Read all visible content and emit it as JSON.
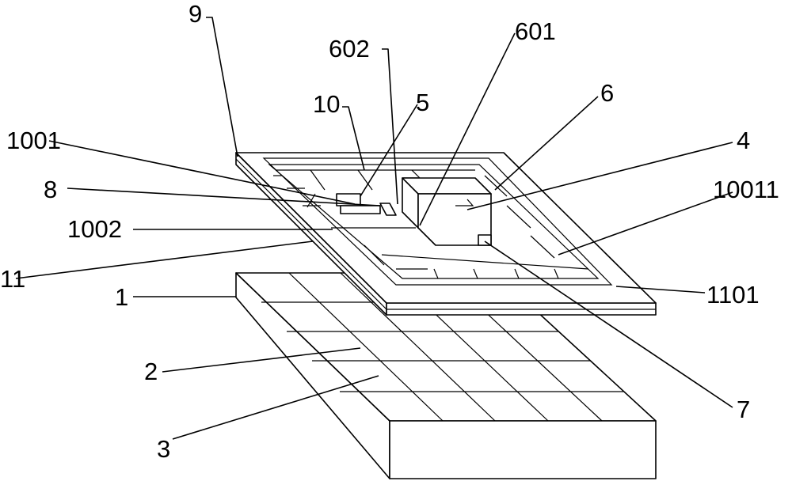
{
  "labels": {
    "l9": "9",
    "l601": "601",
    "l602": "602",
    "l10": "10",
    "l5": "5",
    "l6": "6",
    "l1001": "1001",
    "l4": "4",
    "l8": "8",
    "l10011": "10011",
    "l1002": "1002",
    "l11": "11",
    "l1": "1",
    "l1101": "1101",
    "l2": "2",
    "l7": "7",
    "l3": "3"
  }
}
